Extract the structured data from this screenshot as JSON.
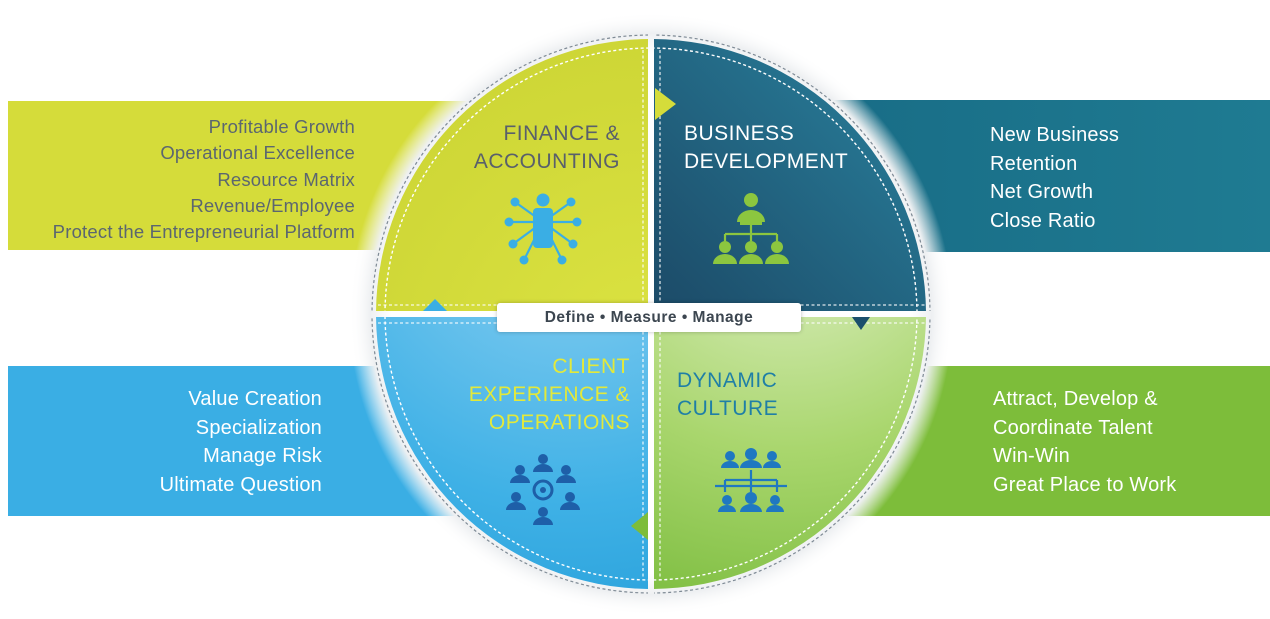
{
  "center_label": "Define • Measure • Manage",
  "colors": {
    "lime": "#d5dc3a",
    "teal": "#1f7b92",
    "blue": "#3aaee4",
    "green": "#7dbd3a",
    "dark_navy": "#1b3550"
  },
  "quadrants": {
    "finance": {
      "title_lines": [
        "FINANCE &",
        "ACCOUNTING"
      ],
      "icon": "hub-person-network-icon",
      "items": [
        "Profitable Growth",
        "Operational Excellence",
        "Resource Matrix",
        "Revenue/Employee",
        "Protect the Entrepreneurial Platform"
      ]
    },
    "business": {
      "title_lines": [
        "BUSINESS",
        "DEVELOPMENT"
      ],
      "icon": "org-chart-people-icon",
      "items": [
        "New Business",
        "Retention",
        "Net Growth",
        "Close Ratio"
      ]
    },
    "client": {
      "title_lines": [
        "CLIENT",
        "EXPERIENCE &",
        "OPERATIONS"
      ],
      "icon": "people-circle-network-icon",
      "items": [
        "Value Creation",
        "Specialization",
        "Manage Risk",
        "Ultimate Question"
      ]
    },
    "culture": {
      "title_lines": [
        "DYNAMIC",
        "CULTURE"
      ],
      "icon": "team-connection-icon",
      "items": [
        "Attract, Develop &",
        "Coordinate Talent",
        "Win-Win",
        "Great Place to Work"
      ]
    }
  }
}
